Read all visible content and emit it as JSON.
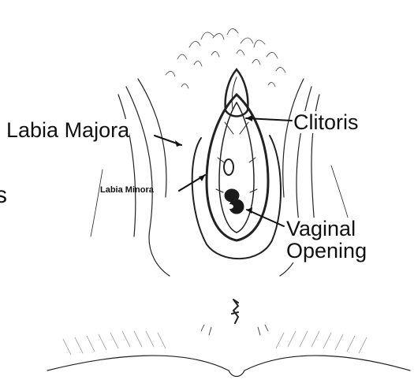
{
  "labels": {
    "labia_majora": "Labia Majora",
    "clitoris": "Clitoris",
    "labia_minora": "Labia Minora",
    "vaginal_opening_line1": "Vaginal",
    "vaginal_opening_line2": "Opening",
    "cutoff_letter": "s"
  },
  "colors": {
    "ink": "#111111",
    "background": "#ffffff"
  }
}
